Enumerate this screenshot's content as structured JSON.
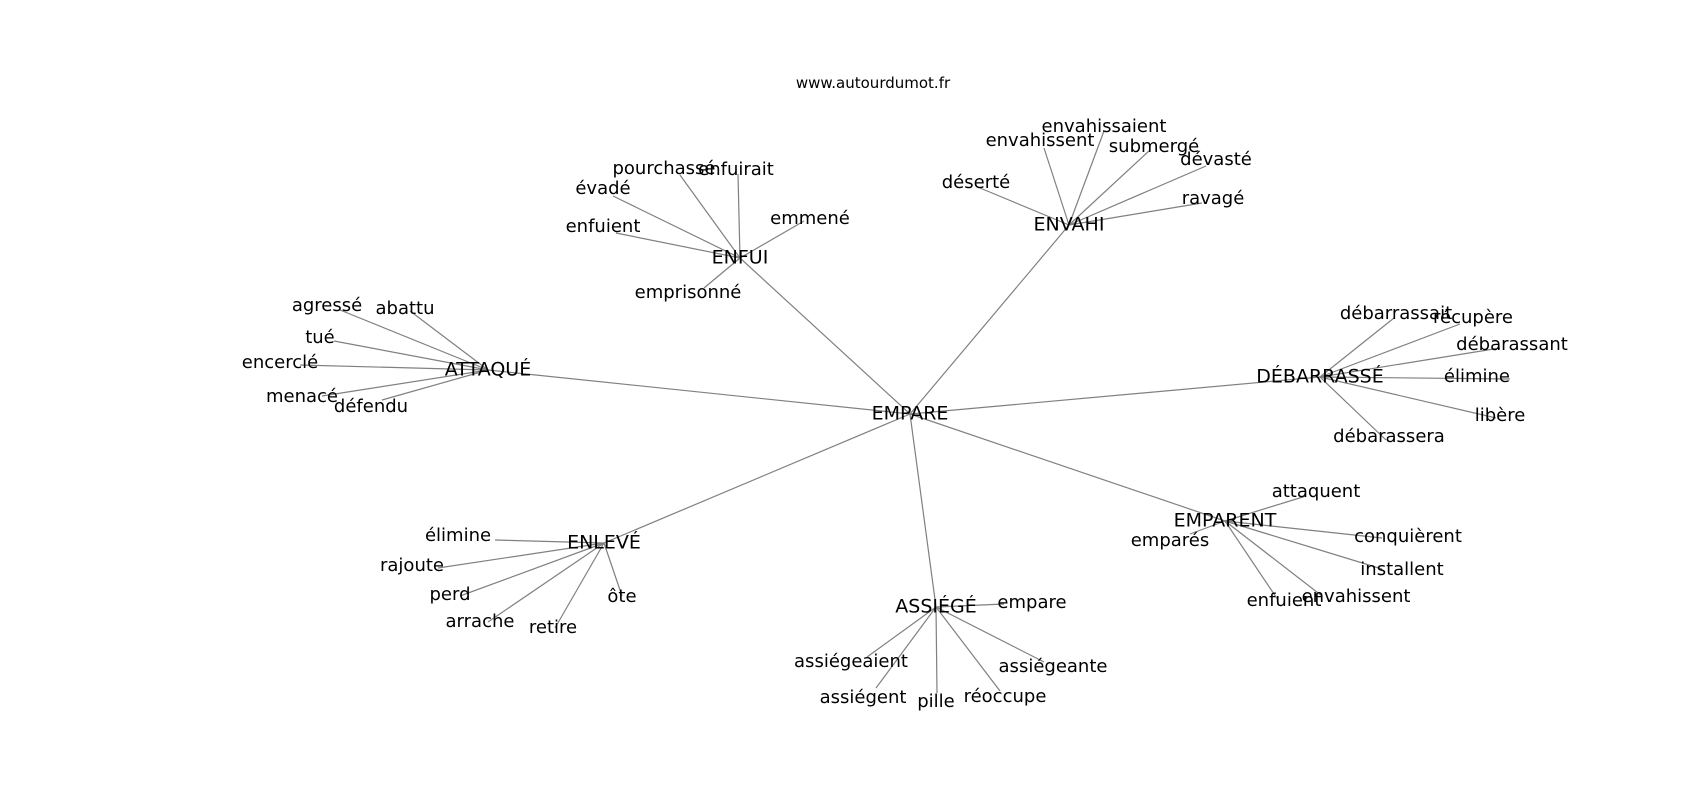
{
  "source": "www.autourdumot.fr",
  "center": {
    "label": "EMPARE"
  },
  "clusters": [
    {
      "id": "enfui",
      "label": "ENFUI",
      "leaves": [
        "pourchassé",
        "enfuirait",
        "évadé",
        "emmené",
        "enfuient",
        "emprisonné"
      ]
    },
    {
      "id": "envahi",
      "label": "ENVAHI",
      "leaves": [
        "envahissaient",
        "envahissent",
        "submergé",
        "dévasté",
        "déserté",
        "ravagé"
      ]
    },
    {
      "id": "attaque",
      "label": "ATTAQUÉ",
      "leaves": [
        "agressé",
        "abattu",
        "tué",
        "encerclé",
        "menacé",
        "défendu"
      ]
    },
    {
      "id": "debarrasse",
      "label": "DÉBARRASSÉ",
      "leaves": [
        "débarrassait",
        "récupère",
        "débarassant",
        "élimine",
        "libère",
        "débarassera"
      ]
    },
    {
      "id": "enleve",
      "label": "ENLEVÉ",
      "leaves": [
        "élimine",
        "rajoute",
        "perd",
        "arrache",
        "retire",
        "ôte"
      ]
    },
    {
      "id": "emparent",
      "label": "EMPARENT",
      "leaves": [
        "attaquent",
        "emparés",
        "conquièrent",
        "installent",
        "envahissent",
        "enfuient"
      ]
    },
    {
      "id": "assiege",
      "label": "ASSIÉGÉ",
      "leaves": [
        "empare",
        "assiégeaient",
        "assiégeante",
        "assiégent",
        "pille",
        "réoccupe"
      ]
    }
  ]
}
